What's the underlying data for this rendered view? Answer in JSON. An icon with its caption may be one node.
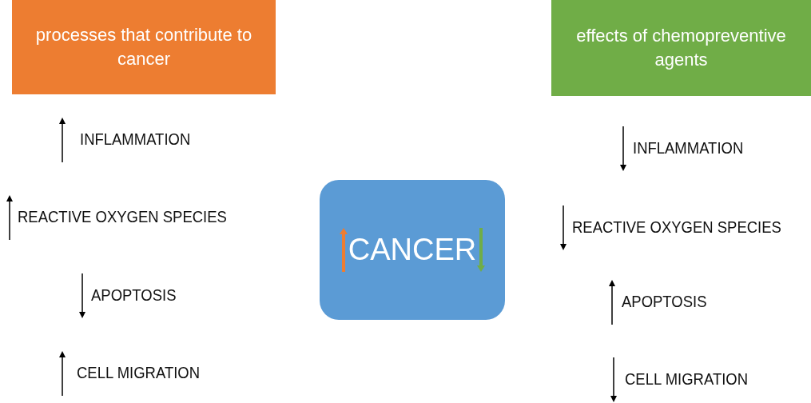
{
  "diagram": {
    "nodes": [
      {
        "text": [
          "processes that contribute to cancer"
        ]
      },
      {
        "text": [
          "effects of chemopreventive agents"
        ]
      },
      {
        "text": [
          "CANCER"
        ]
      }
    ],
    "labels": [
      "INFLAMMATION",
      "REACTIVE OXYGEN SPECIES",
      "APOPTOSIS",
      "CELL MIGRATION",
      "INFLAMMATION",
      "REACTIVE OXYGEN SPECIES",
      "APOPTOSIS",
      "CELL MIGRATION"
    ]
  }
}
